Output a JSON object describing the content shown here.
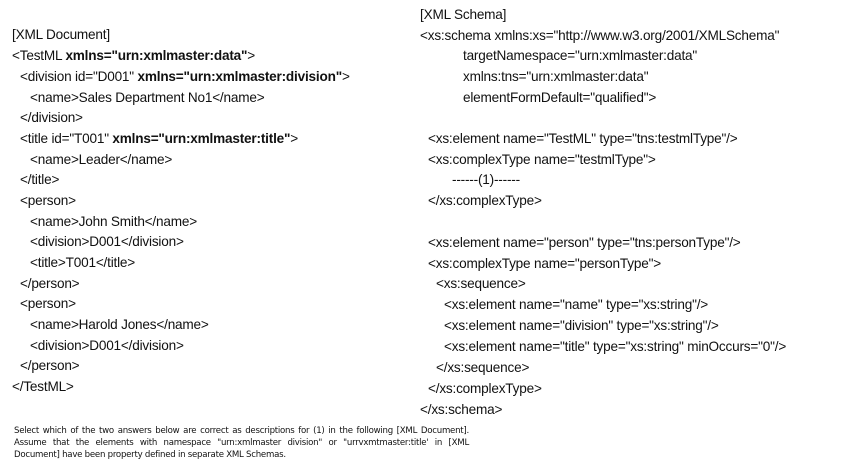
{
  "xml_document": {
    "heading": "[XML Document]",
    "lines": [
      [
        {
          "t": "<TestML "
        },
        {
          "t": "xmlns=\"urn:xmlmaster:data\"",
          "b": true
        },
        {
          "t": ">"
        }
      ],
      [
        {
          "t": "<division id=\"D001\" "
        },
        {
          "t": "xmlns=\"urn:xmlmaster:division\"",
          "b": true
        },
        {
          "t": ">"
        }
      ],
      [
        {
          "t": "<name>Sales Department No1</name>"
        }
      ],
      [
        {
          "t": "</division>"
        }
      ],
      [
        {
          "t": "<title id=\"T001\" "
        },
        {
          "t": "xmlns=\"urn:xmlmaster:title\"",
          "b": true
        },
        {
          "t": ">"
        }
      ],
      [
        {
          "t": "<name>Leader</name>"
        }
      ],
      [
        {
          "t": "</title>"
        }
      ],
      [
        {
          "t": "<person>"
        }
      ],
      [
        {
          "t": "<name>John Smith</name>"
        }
      ],
      [
        {
          "t": "<division>D001</division>"
        }
      ],
      [
        {
          "t": "<title>T001</title>"
        }
      ],
      [
        {
          "t": "</person>"
        }
      ],
      [
        {
          "t": "<person>"
        }
      ],
      [
        {
          "t": "<name>Harold Jones</name>"
        }
      ],
      [
        {
          "t": "<division>D001</division>"
        }
      ],
      [
        {
          "t": "</person>"
        }
      ],
      [
        {
          "t": "</TestML>"
        }
      ]
    ]
  },
  "xml_schema": {
    "heading": "[XML Schema]",
    "lines": [
      [
        {
          "t": "<xs:schema xmlns:xs=\"http://www.w3.org/2001/XMLSchema\""
        }
      ],
      [
        {
          "t": "targetNamespace=\"urn:xmlmaster:data\""
        }
      ],
      [
        {
          "t": "xmlns:tns=\"urn:xmlmaster:data\""
        }
      ],
      [
        {
          "t": "elementFormDefault=\"qualified\">"
        }
      ],
      [
        {
          "t": "<xs:element name=\"TestML\" type=\"tns:testmlType\"/>"
        }
      ],
      [
        {
          "t": "<xs:complexType name=\"testmlType\">"
        }
      ],
      [
        {
          "t": "------(1)------"
        }
      ],
      [
        {
          "t": "</xs:complexType>"
        }
      ],
      [
        {
          "t": "<xs:element name=\"person\" type=\"tns:personType\"/>"
        }
      ],
      [
        {
          "t": "<xs:complexType name=\"personType\">"
        }
      ],
      [
        {
          "t": "<xs:sequence>"
        }
      ],
      [
        {
          "t": "<xs:element name=\"name\" type=\"xs:string\"/>"
        }
      ],
      [
        {
          "t": "<xs:element name=\"division\" type=\"xs:string\"/>"
        }
      ],
      [
        {
          "t": "<xs:element name=\"title\" type=\"xs:string\" minOccurs=\"0\"/>"
        }
      ],
      [
        {
          "t": "</xs:sequence>"
        }
      ],
      [
        {
          "t": "</xs:complexType>"
        }
      ],
      [
        {
          "t": "</xs:schema>"
        }
      ]
    ]
  },
  "question": "Select which of the two answers below are correct as descriptions for (1) in the following [XML Document]. Assume that the elements with namespace \"urn:xmlmaster division\" or \"urrvxmtmaster:title' in [XML Document] have been property defined in separate XML Schemas."
}
